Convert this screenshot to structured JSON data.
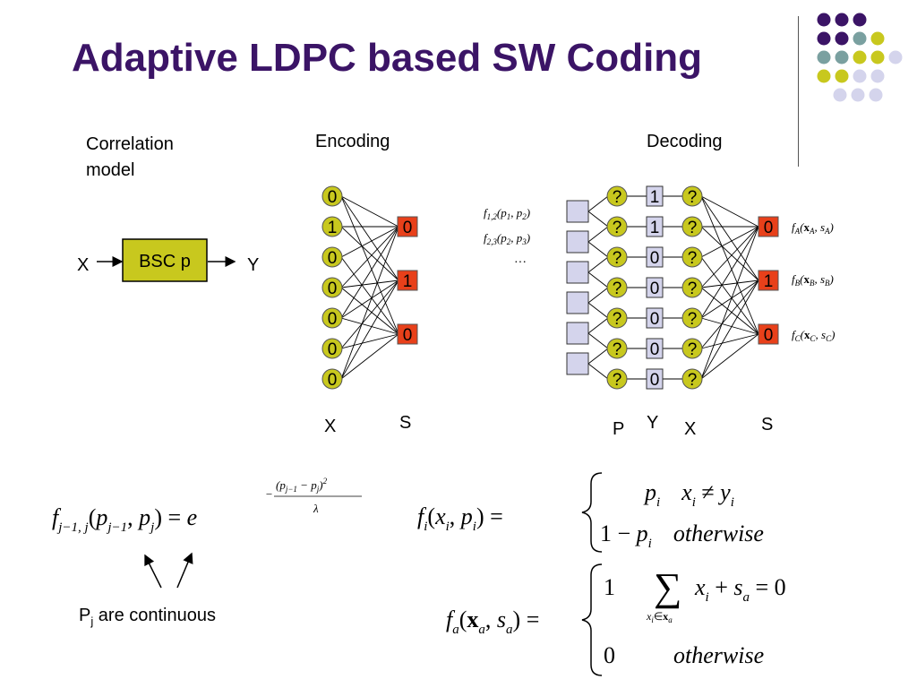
{
  "title": "Adaptive LDPC based SW Coding",
  "labels": {
    "correlation_model": "Correlation model",
    "encoding": "Encoding",
    "decoding": "Decoding",
    "bsc": "BSC p",
    "x_in": "X",
    "y_out": "Y",
    "enc_x": "X",
    "enc_s": "S",
    "dec_p": "P",
    "dec_y": "Y",
    "dec_x": "X",
    "dec_s": "S",
    "pj_continuous_main": "P",
    "pj_sub": "j",
    "pj_rest": " are continuous"
  },
  "encoding": {
    "x_bits": [
      "0",
      "1",
      "0",
      "0",
      "0",
      "0",
      "0"
    ],
    "s_bits": [
      "0",
      "1",
      "0"
    ]
  },
  "decoding": {
    "y_bits": [
      "1",
      "1",
      "0",
      "0",
      "0",
      "0",
      "0"
    ],
    "unknown": "?",
    "s_bits": [
      "0",
      "1",
      "0"
    ],
    "factor_f12": "f1,2(p1, p2)",
    "factor_f23": "f2,3(p2, p3)",
    "ellipsis": "···",
    "check_fA": "fA(xA, sA)",
    "check_fB": "fB(xB, sB)",
    "check_fC": "fC(xC, sC)"
  },
  "equations": {
    "eq1": "f_{j−1,j}(p_{j−1}, p_j) = e^{−(p_{j−1} − p_j)^2 / λ}",
    "eq2_lhs": "f_i(x_i, p_i) =",
    "eq2_case1": "p_i   x_i ≠ y_i",
    "eq2_case2": "1 − p_i   otherwise",
    "eq3_lhs": "f_a(x_a, s_a) =",
    "eq3_case1": "1   Σ_{x_i ∈ x_a} x_i + s_a = 0",
    "eq3_case2": "0   otherwise"
  },
  "colors": {
    "title": "#3b1466",
    "var_node": "#c8c81e",
    "check_node": "#e8401a",
    "factor_box": "#d4d4ec",
    "dot_purple": "#3b1466",
    "dot_teal": "#7aa0a0",
    "dot_yellow": "#c8c81e",
    "dot_lavender": "#d4d4ec"
  }
}
